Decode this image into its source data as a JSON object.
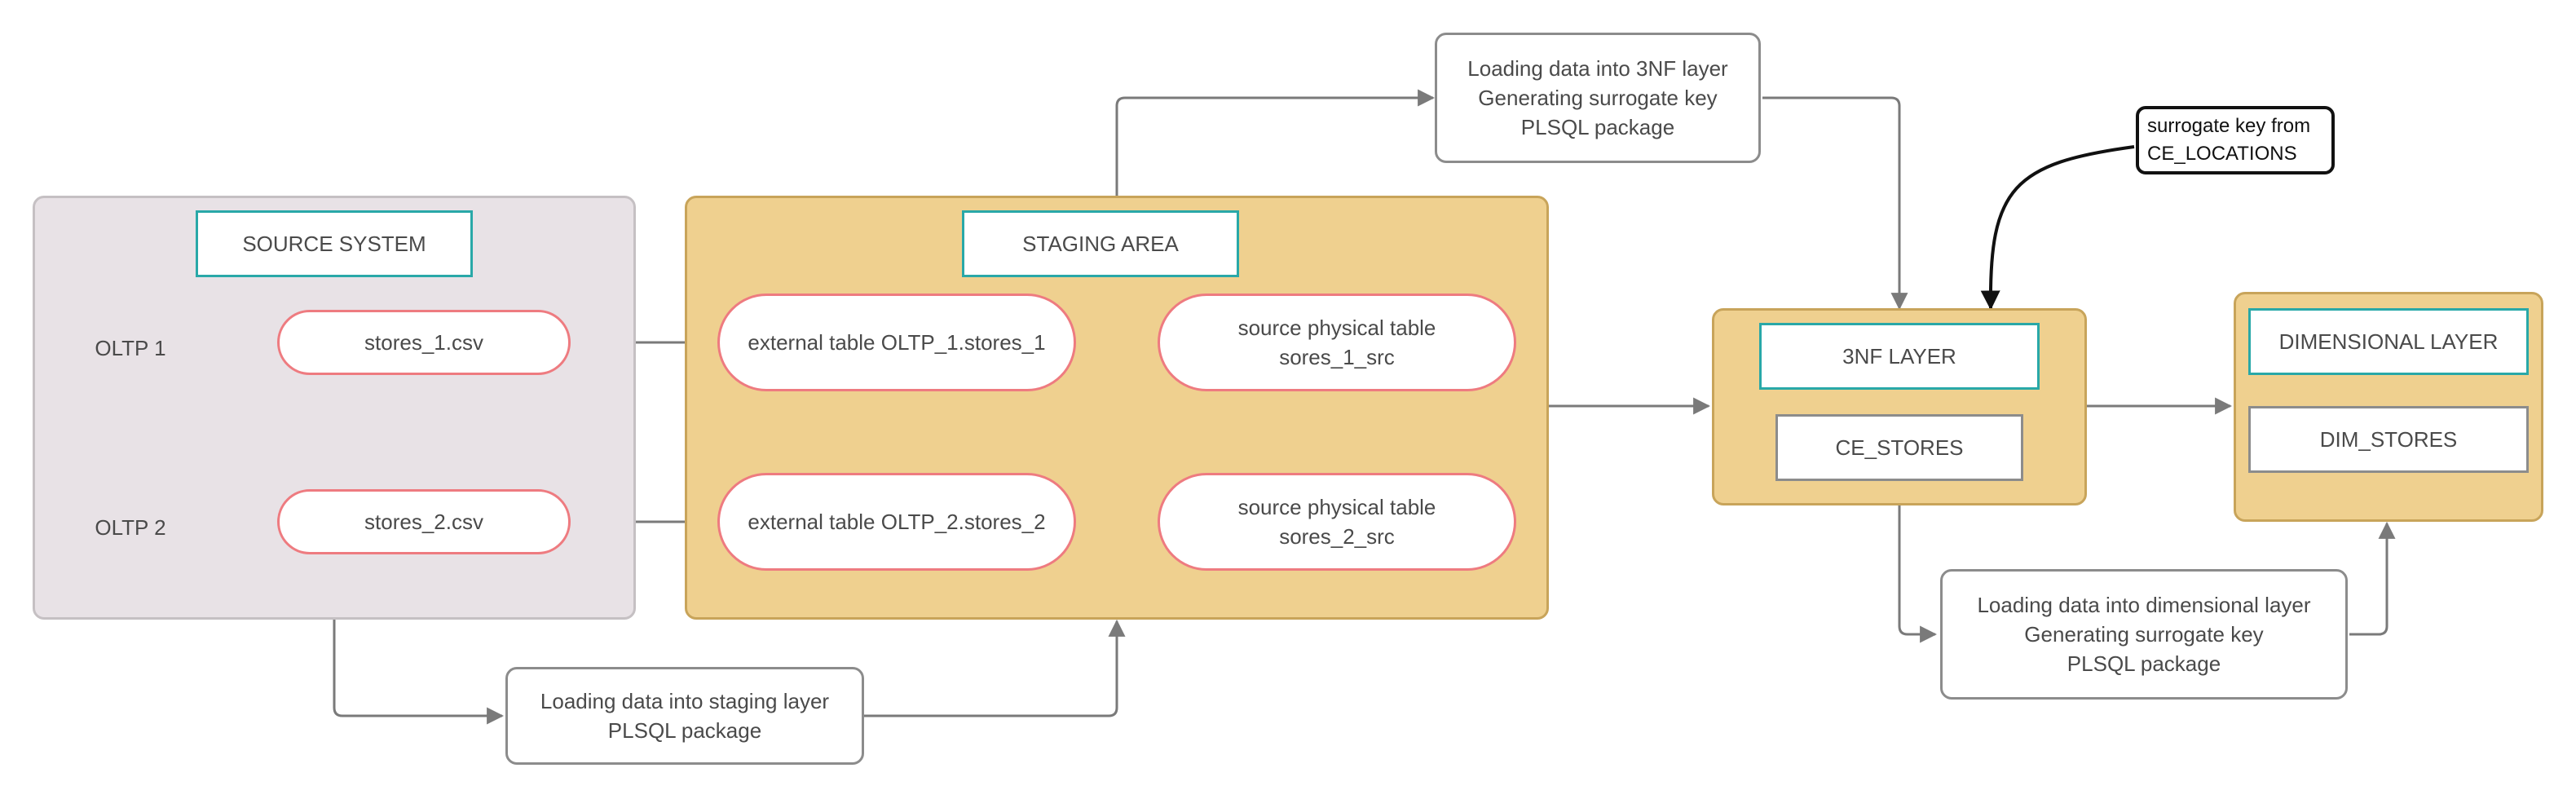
{
  "source_system": {
    "title": "SOURCE SYSTEM",
    "oltp1": "OLTP 1",
    "oltp2": "OLTP 2",
    "file1": "stores_1.csv",
    "file2": "stores_2.csv"
  },
  "staging_area": {
    "title": "STAGING AREA",
    "ext1": "external table OLTP_1.stores_1",
    "ext2": "external table OLTP_2.stores_2",
    "phys1_line1": "source physical table",
    "phys1_line2": "sores_1_src",
    "phys2_line1": "source physical table",
    "phys2_line2": "sores_2_src"
  },
  "nf3_layer": {
    "title": "3NF LAYER",
    "table": "CE_STORES"
  },
  "dimensional_layer": {
    "title": "DIMENSIONAL LAYER",
    "table": "DIM_STORES"
  },
  "notes": {
    "staging_load": [
      "Loading data into staging layer",
      "PLSQL package"
    ],
    "nf3_load": [
      "Loading data into 3NF layer",
      "Generating surrogate key",
      "PLSQL package"
    ],
    "dim_load": [
      "Loading data into dimensional layer",
      "Generating surrogate key",
      "PLSQL package"
    ]
  },
  "callout": [
    "surrogate key from",
    "CE_LOCATIONS"
  ],
  "colors": {
    "source_fill": "#e8e2e6",
    "gold_fill": "#efd08f",
    "teal_border": "#29a8a8",
    "pink_border": "#ee7b80",
    "connector": "#7a7a7a"
  }
}
